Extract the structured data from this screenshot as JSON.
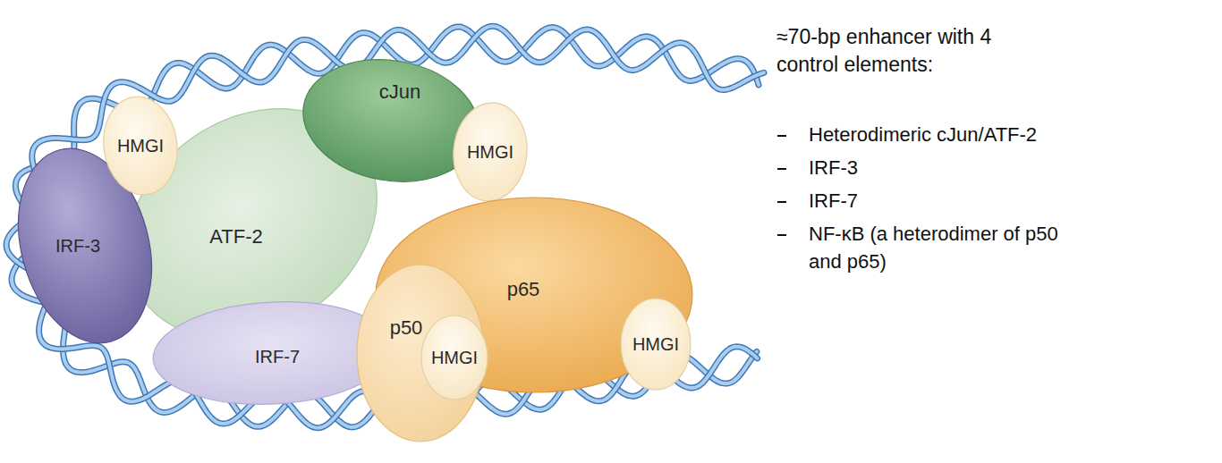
{
  "diagram": {
    "nodes": [
      {
        "text": [
          "HMGI"
        ]
      },
      {
        "text": [
          "cJun"
        ]
      },
      {
        "text": [
          "HMGI"
        ]
      },
      {
        "text": [
          "IRF-3"
        ]
      },
      {
        "text": [
          "ATF-2"
        ]
      },
      {
        "text": [
          "p65"
        ]
      },
      {
        "text": [
          "p50"
        ]
      },
      {
        "text": [
          "IRF-7"
        ]
      },
      {
        "text": [
          "HMGI"
        ]
      },
      {
        "text": [
          "HMGI"
        ]
      }
    ],
    "labels": [
      "≈70-bp enhancer with 4 control elements:",
      "Heterodimeric cJun/ATF-2",
      "IRF-3",
      "IRF-7",
      "NF-κB (a heterodimer of p50 and p65)"
    ]
  }
}
